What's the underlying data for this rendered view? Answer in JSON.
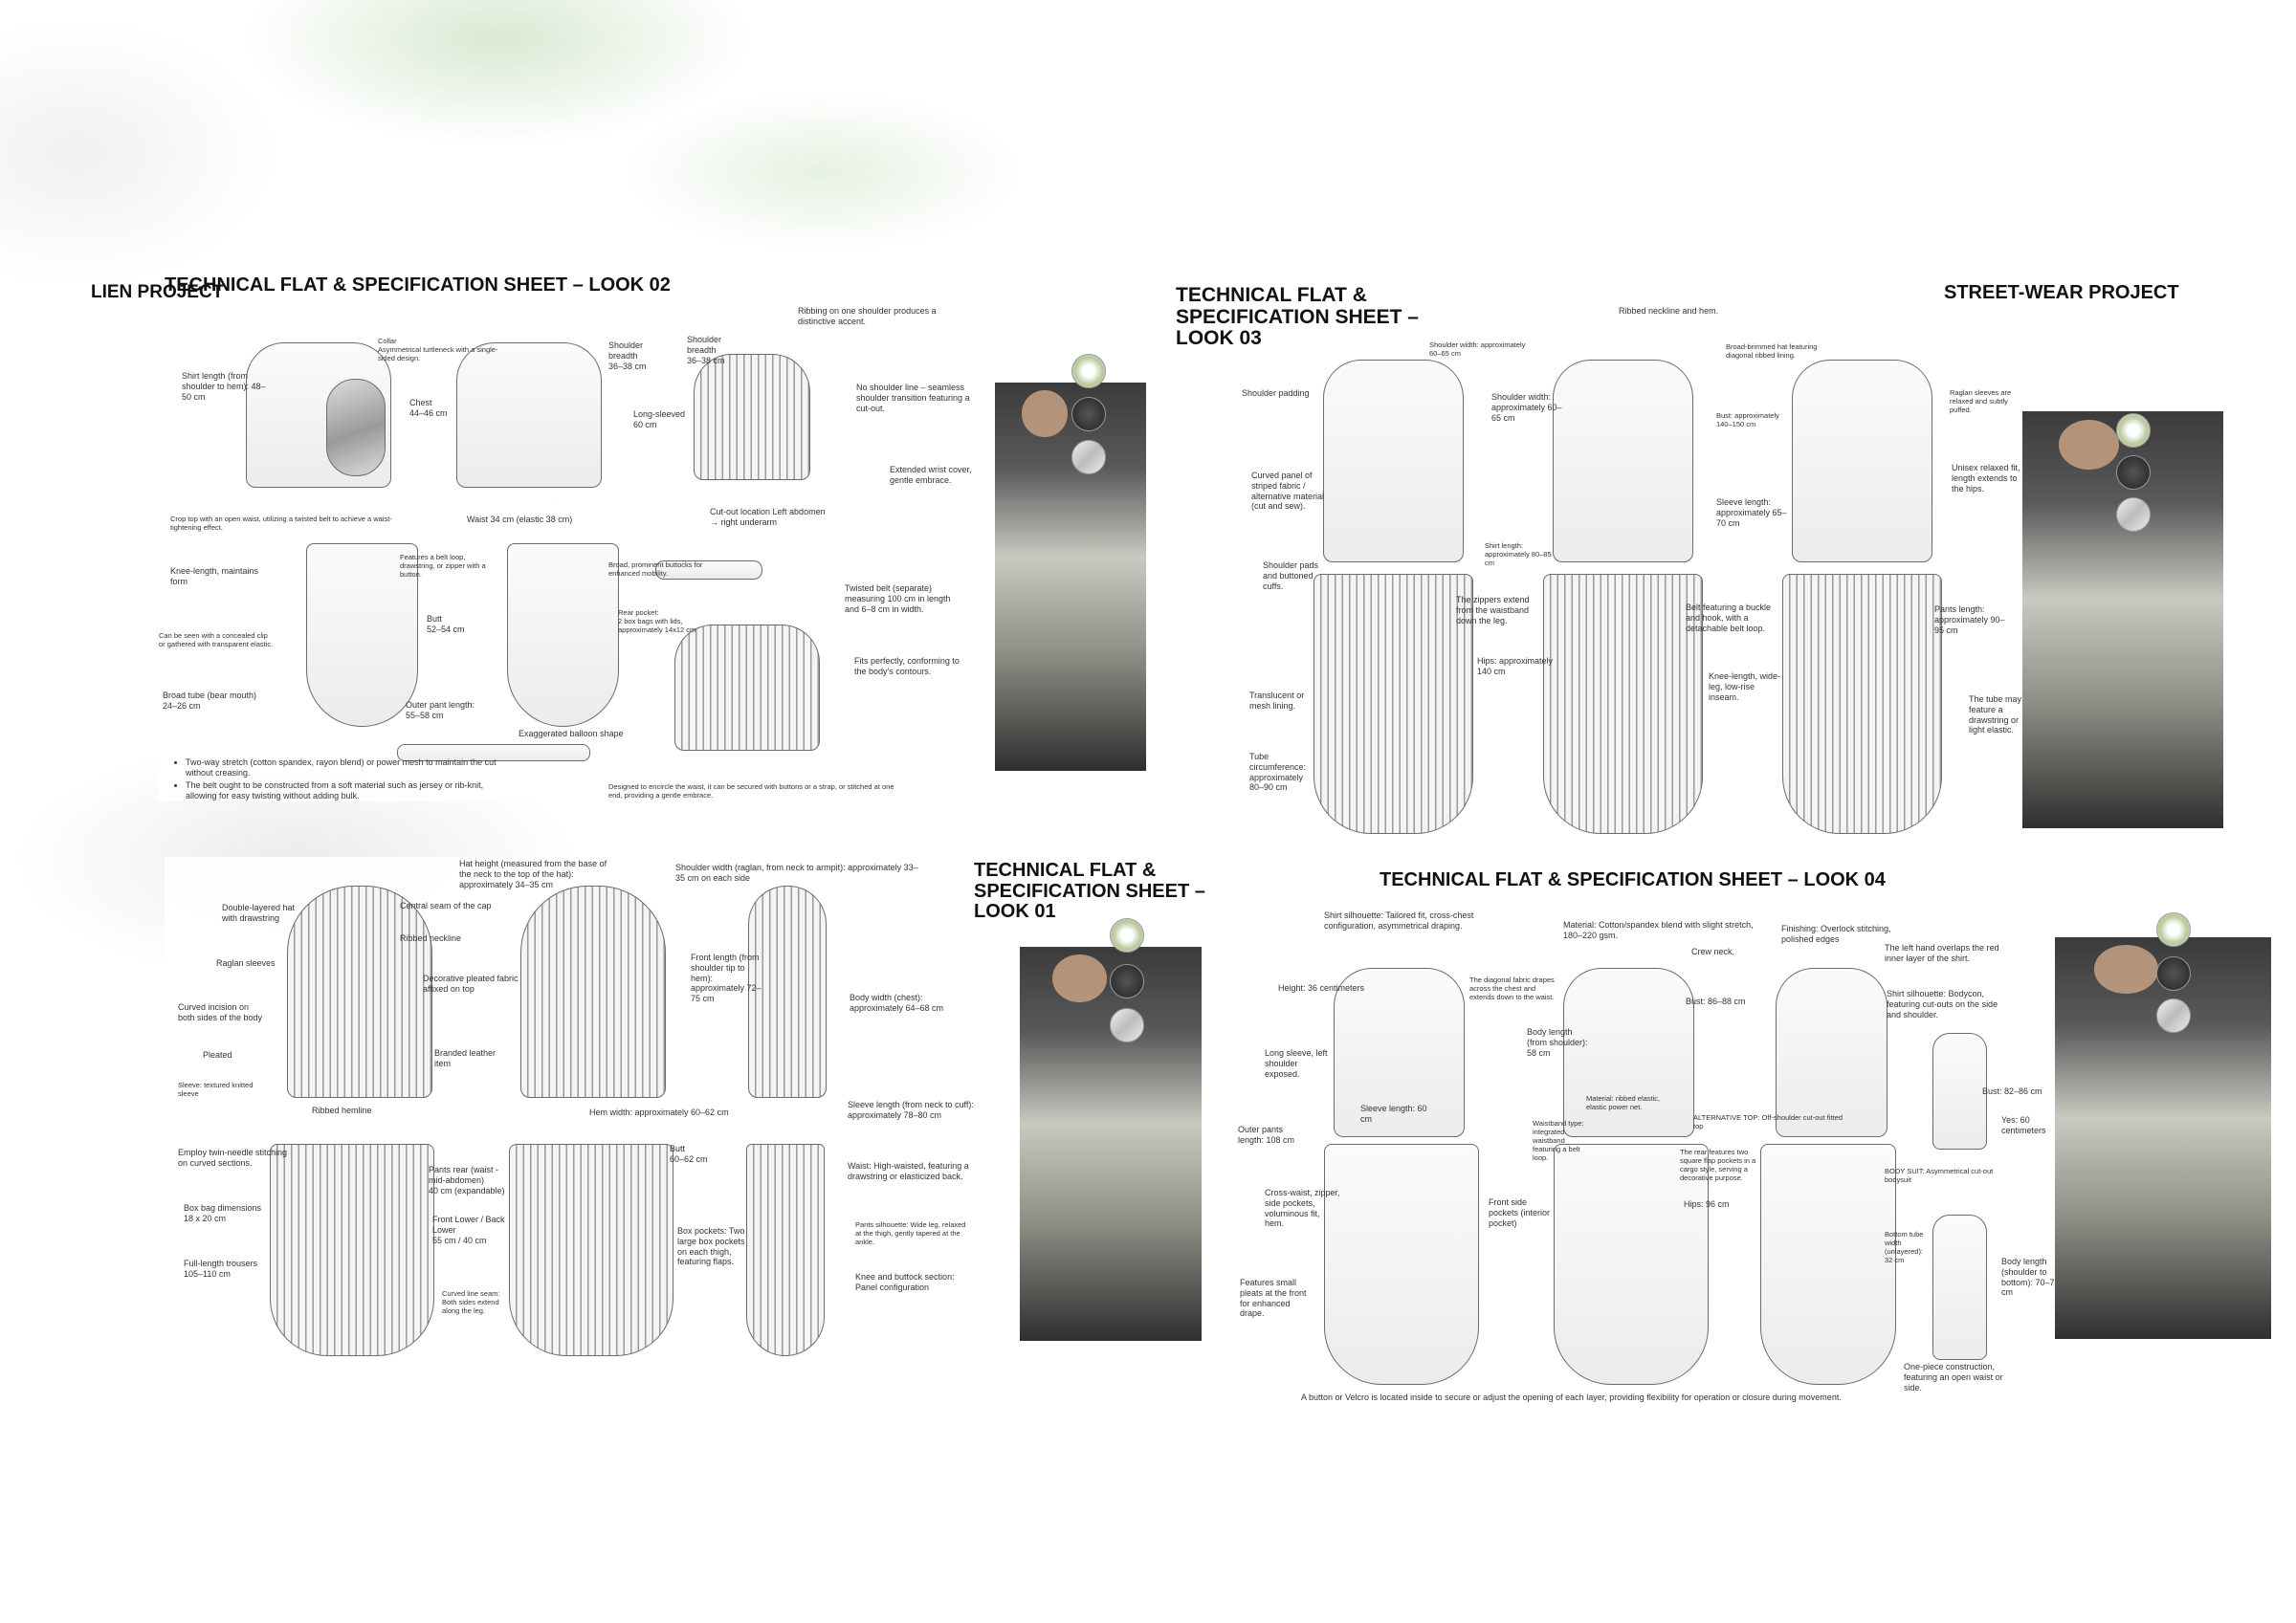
{
  "header": {
    "left_project": "LIEN PROJECT",
    "right_project": "STREET-WEAR PROJECT"
  },
  "look02": {
    "title": "TECHNICAL FLAT & SPECIFICATION SHEET – LOOK 02",
    "notes": {
      "shirt_length": "Shirt length (from shoulder to hem): 48–50 cm",
      "collar": "Collar\nAsymmetrical turtleneck with a single-sided design.",
      "chest": "Chest\n44–46 cm",
      "shoulder_breadth1": "Shoulder breadth\n36–38 cm",
      "shoulder_breadth2": "Shoulder breadth\n36–38 cm",
      "ribbing": "Ribbing on one shoulder produces a distinctive accent.",
      "long_sleeved": "Long-sleeved\n60 cm",
      "no_shoulder": "No shoulder line – seamless shoulder transition featuring a cut-out.",
      "wrist": "Extended wrist cover, gentle embrace.",
      "crop_top": "Crop top with an open waist, utilizing a twisted belt to achieve a waist-tightening effect.",
      "waist": "Waist 34 cm (elastic 38 cm)",
      "cutout": "Cut-out location Left abdomen → right underarm",
      "knee_length": "Knee-length, maintains form",
      "belt_loop": "Features a belt loop, drawstring, or zipper with a button.",
      "buttocks": "Broad, prominent buttocks for enhanced mobility.",
      "butt": "Butt\n52–54 cm",
      "rear_pocket": "Rear pocket:\n2 box bags with lids, approximately 14x12 cm",
      "twisted_belt": "Twisted belt (separate) measuring 100 cm in length and 6–8 cm in width.",
      "concealed": "Can be seen with a concealed clip or gathered with transparent elastic.",
      "fits": "Fits perfectly, conforming to the body's contours.",
      "broad_tube": "Broad tube (bear mouth)\n24–26 cm",
      "outer_pant": "Outer pant length:\n55–58 cm",
      "balloon": "Exaggerated balloon shape",
      "designed": "Designed to encircle the waist, it can be secured with buttons or a strap, or stitched at one end, providing a gentle embrace."
    },
    "bullets": [
      "Two-way stretch (cotton spandex, rayon blend) or power mesh to maintain the cut without creasing.",
      "The belt ought to be constructed from a soft material such as jersey or rib-knit, allowing for easy twisting without adding bulk."
    ]
  },
  "look03": {
    "title": "TECHNICAL FLAT & SPECIFICATION SHEET – LOOK 03",
    "notes": {
      "ribbed_neckline": "Ribbed neckline and hem.",
      "shoulder_width_a": "Shoulder width: approximately 60–65 cm",
      "broad_hat": "Broad-brimmed hat featuring diagonal ribbed lining.",
      "shoulder_padding": "Shoulder padding",
      "shoulder_width_b": "Shoulder width: approximately 60–65 cm",
      "raglan": "Raglan sleeves are relaxed and subtly puffed.",
      "bust": "Bust: approximately 140–150 cm",
      "curved_panel": "Curved panel of striped fabric / alternative material (cut and sew).",
      "unisex": "Unisex relaxed fit, length extends to the hips.",
      "sleeve_length": "Sleeve length: approximately 65–70 cm",
      "shirt_length": "Shirt length: approximately 80–85 cm",
      "shoulder_pads": "Shoulder pads and buttoned cuffs.",
      "zippers": "The zippers extend from the waistband down the leg.",
      "belt": "Belt featuring a buckle and hook, with a detachable belt loop.",
      "pants_length": "Pants length: approximately 90–95 cm",
      "hips": "Hips: approximately 140 cm",
      "knee_length": "Knee-length, wide-leg, low-rise inseam.",
      "translucent": "Translucent or mesh lining.",
      "tube_may": "The tube may feature a drawstring or light elastic.",
      "tube_circ": "Tube circumference: approximately 80–90 cm"
    }
  },
  "look01": {
    "title": "TECHNICAL FLAT & SPECIFICATION SHEET – LOOK 01",
    "notes": {
      "hat_height": "Hat height (measured from the base of the neck to the top of the hat): approximately 34–35 cm",
      "shoulder_width": "Shoulder width (raglan, from neck to armpit): approximately 33–35 cm on each side",
      "double_hat": "Double-layered hat with drawstring",
      "central_seam": "Central seam of the cap",
      "ribbed_neckline": "Ribbed neckline",
      "raglan": "Raglan sleeves",
      "decorative": "Decorative pleated fabric affixed on top",
      "front_length": "Front length (from shoulder tip to hem): approximately 72–75 cm",
      "body_width": "Body width (chest): approximately 64–68 cm",
      "curved_incision": "Curved incision on both sides of the body",
      "pleated": "Pleated",
      "branded": "Branded leather item",
      "sleeve_textured": "Sleeve: textured knitted sleeve",
      "ribbed_hemline": "Ribbed hemline",
      "hem_width": "Hem width: approximately 60–62 cm",
      "sleeve_length": "Sleeve length (from neck to cuff): approximately 78–80 cm",
      "twin_needle": "Employ twin-needle stitching on curved sections.",
      "pants_rear": "Pants rear (waist - mid-abdomen)\n40 cm (expandable)",
      "butt": "Butt\n60–62 cm",
      "waist": "Waist: High-waisted, featuring a drawstring or elasticized back.",
      "box_bag": "Box bag dimensions\n18 x 20 cm",
      "front_lower": "Front Lower / Back Lower\n55 cm / 40 cm",
      "box_pockets": "Box pockets: Two large box pockets on each thigh, featuring flaps.",
      "pants_silhouette": "Pants silhouette: Wide leg, relaxed at the thigh, gently tapered at the ankle.",
      "full_length": "Full-length trousers\n105–110 cm",
      "curved_line": "Curved line seam: Both sides extend along the leg.",
      "knee_buttock": "Knee and buttock section: Panel configuration"
    }
  },
  "look04": {
    "title": "TECHNICAL FLAT & SPECIFICATION SHEET – LOOK 04",
    "notes": {
      "shirt_silhouette": "Shirt silhouette: Tailored fit, cross-chest configuration, asymmetrical draping.",
      "material": "Material: Cotton/spandex blend with slight stretch, 180–220 gsm.",
      "finishing": "Finishing: Overlock stitching, polished edges",
      "left_hand": "The left hand overlaps the red inner layer of the shirt.",
      "crew_neck": "Crew neck.",
      "height": "Height: 36 centimeters",
      "diagonal": "The diagonal fabric drapes across the chest and extends down to the waist.",
      "bust": "Bust: 86–88 cm",
      "shirt_silhouette2": "Shirt silhouette: Bodycon, featuring cut-outs on the side and shoulder.",
      "long_sleeve": "Long sleeve, left shoulder exposed.",
      "body_length": "Body length (from shoulder): 58 cm",
      "sleeve_length": "Sleeve length: 60 cm",
      "material_ribbed": "Material: ribbed elastic, elastic power net.",
      "waistband": "Waistband type: integrated waistband featuring a belt loop.",
      "alternative_top": "ALTERNATIVE TOP: Off-shoulder cut-out fitted top",
      "bust2": "Bust: 82–86 cm",
      "yes": "Yes: 60 centimeters",
      "outer_pants": "Outer pants length: 108 cm",
      "rear_features": "The rear features two square flap pockets in a cargo style, serving a decorative purpose.",
      "body_suit": "BODY SUIT: Asymmetrical cut-out bodysuit",
      "cross_waist": "Cross-waist, zipper, side pockets, voluminous fit, hem.",
      "front_side": "Front side pockets (interior pocket)",
      "hips": "Hips: 96 cm",
      "bottom_tube": "Bottom tube width (unlayered): 32 cm",
      "body_length2": "Body length (shoulder to bottom): 70–75 cm",
      "pleats": "Features small pleats at the front for enhanced drape.",
      "one_piece": "One-piece construction, featuring an open waist or side.",
      "button_velcro": "A button or Velcro is located inside to secure or adjust the opening of each layer, providing flexibility for operation or closure during movement."
    }
  }
}
